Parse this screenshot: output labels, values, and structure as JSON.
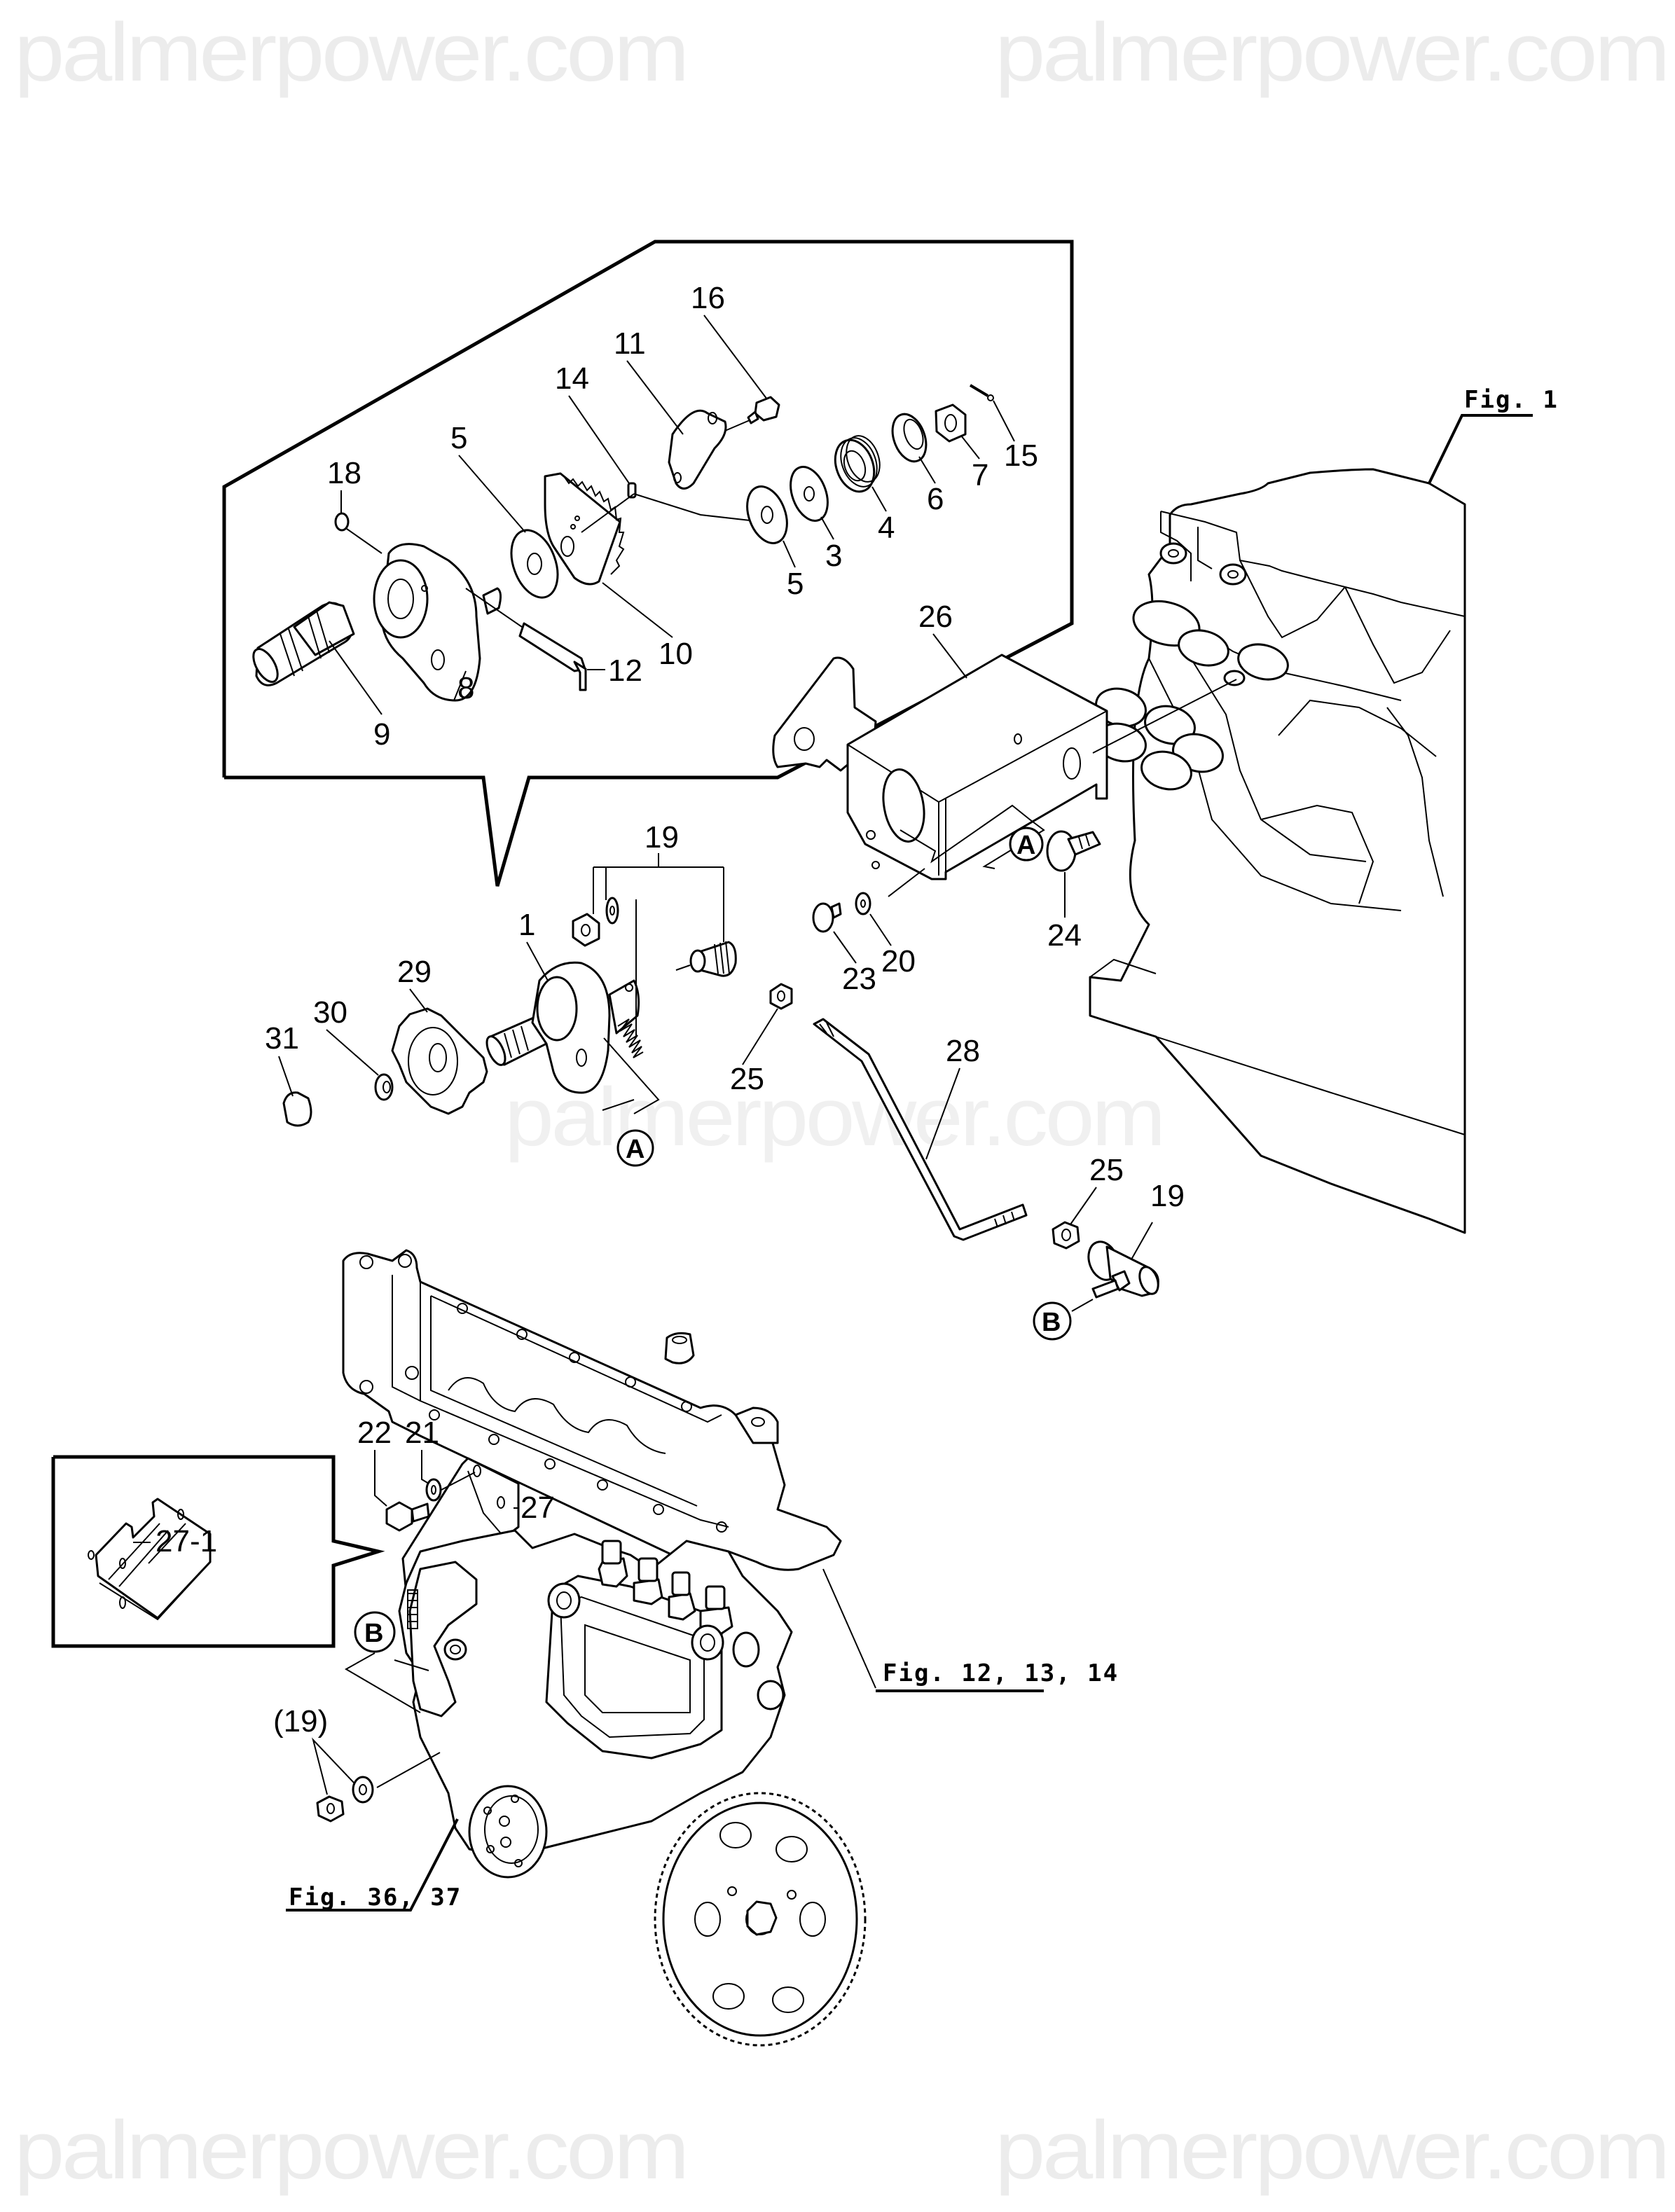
{
  "document": {
    "type": "exploded parts diagram",
    "watermark": "palmerpower.com"
  },
  "watermarks": [
    "palmerpower.com",
    "palmerpower.com",
    "palmerpower.com",
    "palmerpower.com",
    "palmerpower.com"
  ],
  "figure_refs": {
    "fig_1": "Fig. 1",
    "fig_12_13_14": "Fig. 12, 13, 14",
    "fig_36_37": "Fig. 36, 37"
  },
  "detail_markers": {
    "a": "A",
    "b": "B"
  },
  "callouts": {
    "inset_governor_lever": {
      "p16": "16",
      "p11": "11",
      "p14": "14",
      "p5a": "5",
      "p18": "18",
      "p15": "15",
      "p7": "7",
      "p6": "6",
      "p4": "4",
      "p3": "3",
      "p5b": "5",
      "p10": "10",
      "p12": "12",
      "p8": "8",
      "p9": "9"
    },
    "main": {
      "p26": "26",
      "p19a": "19",
      "p1": "1",
      "p29": "29",
      "p30": "30",
      "p31": "31",
      "p25a": "25",
      "p28": "28",
      "p23": "23",
      "p20": "20",
      "p24": "24",
      "p25b": "25",
      "p19b": "19",
      "p22": "22",
      "p21": "21",
      "p27": "27",
      "p27_1": "27-1",
      "p19c": "(19)"
    }
  }
}
